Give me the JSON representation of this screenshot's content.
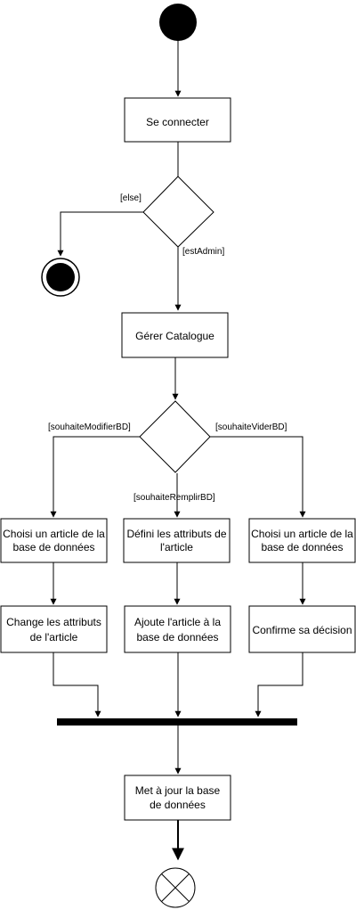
{
  "nodes": {
    "se_connecter": "Se connecter",
    "gerer_catalogue": "Gérer Catalogue",
    "choisi_article_1": [
      "Choisi un article de la",
      "base de données"
    ],
    "defini_attributs": [
      "Défini les attributs de",
      "l'article"
    ],
    "choisi_article_2": [
      "Choisi un article de la",
      "base de données"
    ],
    "change_attributs": [
      "Change les attributs",
      "de l'article"
    ],
    "ajoute_article": [
      "Ajoute l'article à la",
      "base de données"
    ],
    "confirme_decision": "Confirme sa décision",
    "met_a_jour": [
      "Met à jour la base",
      "de données"
    ]
  },
  "guards": {
    "else": "[else]",
    "est_admin": "[estAdmin]",
    "modifier": "[souhaiteModifierBD]",
    "vider": "[souhaiteViderBD]",
    "remplir": "[souhaiteRemplirBD]"
  },
  "colors": {
    "stroke": "#000000",
    "fill": "#ffffff",
    "initial": "#000000"
  }
}
